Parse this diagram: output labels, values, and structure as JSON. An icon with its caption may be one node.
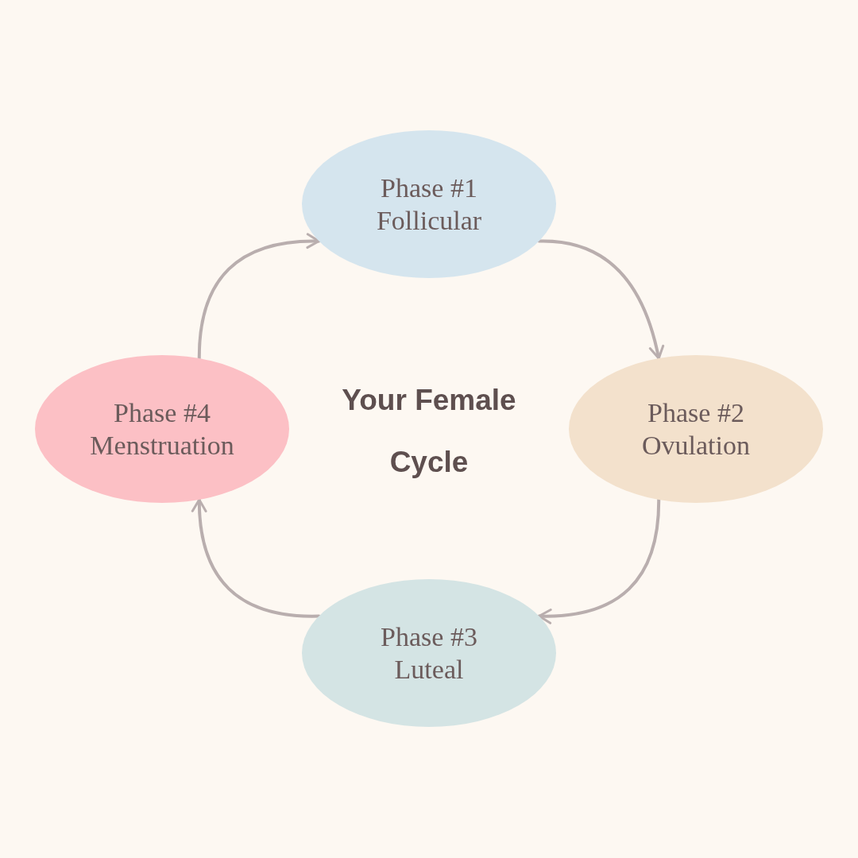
{
  "diagram": {
    "title": "Your Female Cycle",
    "nodes": [
      {
        "text": [
          "Phase #1",
          "Follicular"
        ]
      },
      {
        "text": [
          "Phase #2",
          "Ovulation"
        ]
      },
      {
        "text": [
          "Phase #3",
          "Luteal"
        ]
      },
      {
        "text": [
          "Phase #4",
          "Menstruation"
        ]
      }
    ],
    "edges": [
      {
        "from": 0,
        "to": 1,
        "arrow": "to"
      },
      {
        "from": 1,
        "to": 2,
        "arrow": "to"
      },
      {
        "from": 2,
        "to": 3,
        "arrow": "to"
      },
      {
        "from": 3,
        "to": 0,
        "arrow": "to"
      }
    ]
  }
}
